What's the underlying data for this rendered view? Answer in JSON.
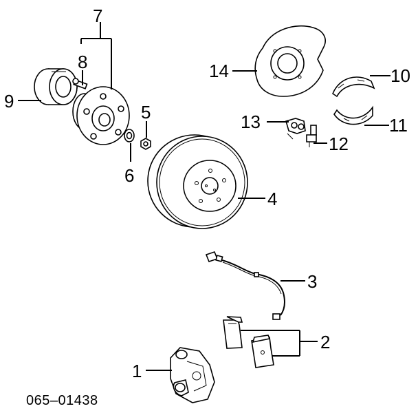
{
  "diagram": {
    "callouts": {
      "p1": "1",
      "p2": "2",
      "p3": "3",
      "p4": "4",
      "p5": "5",
      "p6": "6",
      "p7": "7",
      "p8": "8",
      "p9": "9",
      "p10": "10",
      "p11": "11",
      "p12": "12",
      "p13": "13",
      "p14": "14"
    },
    "document_number": "065–01438"
  }
}
